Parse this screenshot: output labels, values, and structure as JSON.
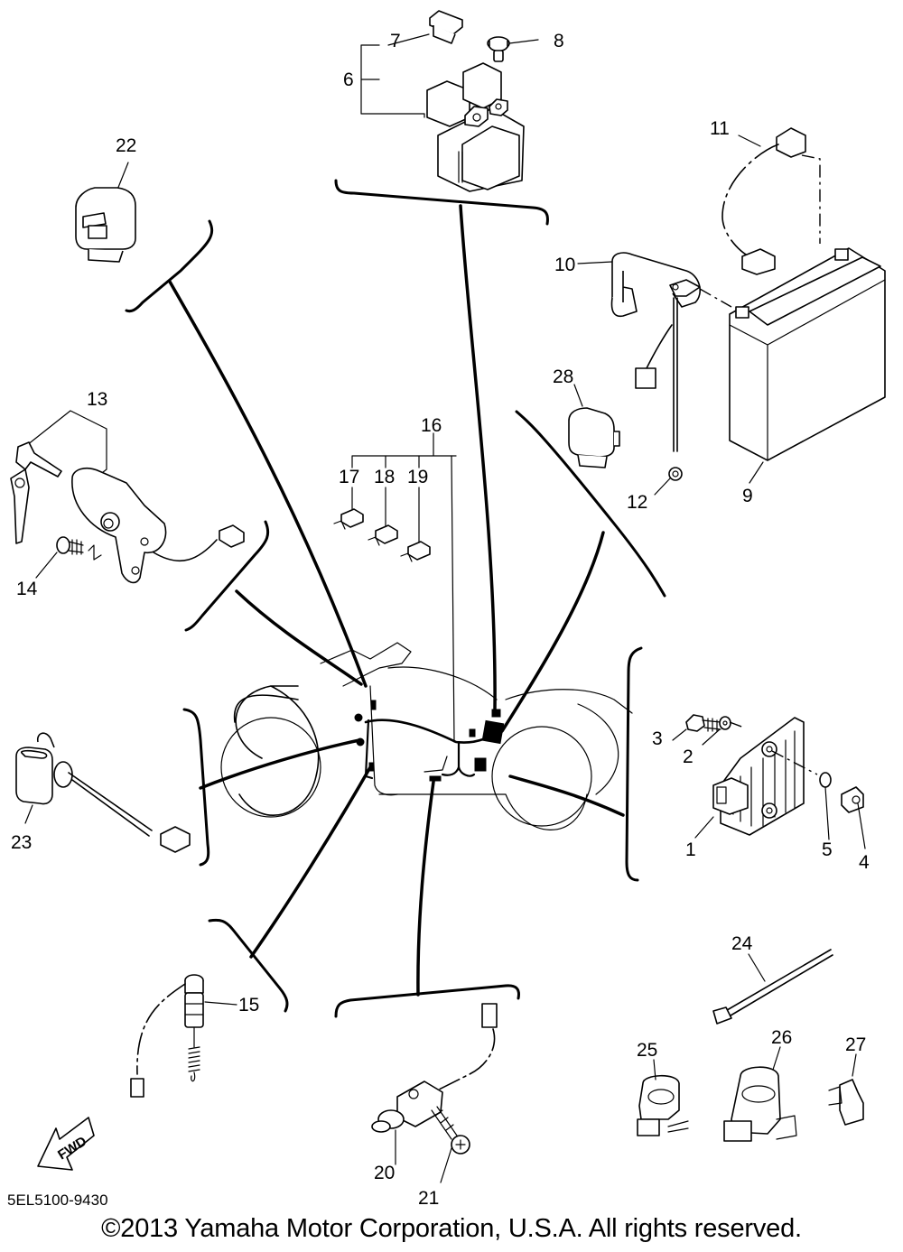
{
  "diagram": {
    "title_code": "5EL5100-9430",
    "copyright": "©2013 Yamaha Motor Corporation, U.S.A. All rights reserved.",
    "direction_arrow": "FWD",
    "callouts": {
      "c1": "1",
      "c2": "2",
      "c3": "3",
      "c4": "4",
      "c5": "5",
      "c6": "6",
      "c7": "7",
      "c8": "8",
      "c9": "9",
      "c10": "10",
      "c11": "11",
      "c12": "12",
      "c13": "13",
      "c14": "14",
      "c15": "15",
      "c16": "16",
      "c17": "17",
      "c18": "18",
      "c19": "19",
      "c20": "20",
      "c21": "21",
      "c22": "22",
      "c23": "23",
      "c24": "24",
      "c25": "25",
      "c26": "26",
      "c27": "27",
      "c28": "28"
    },
    "parts": [
      {
        "ref": "1",
        "depicts": "rectifier-regulator"
      },
      {
        "ref": "2",
        "depicts": "washer"
      },
      {
        "ref": "3",
        "depicts": "bolt"
      },
      {
        "ref": "4",
        "depicts": "nut"
      },
      {
        "ref": "5",
        "depicts": "washer"
      },
      {
        "ref": "6",
        "depicts": "starter-relay"
      },
      {
        "ref": "7",
        "depicts": "fuse"
      },
      {
        "ref": "8",
        "depicts": "bolt"
      },
      {
        "ref": "9",
        "depicts": "battery"
      },
      {
        "ref": "10",
        "depicts": "battery-band"
      },
      {
        "ref": "11",
        "depicts": "battery-lead"
      },
      {
        "ref": "12",
        "depicts": "ground-lead"
      },
      {
        "ref": "13",
        "depicts": "main-switch-with-keys"
      },
      {
        "ref": "14",
        "depicts": "screw"
      },
      {
        "ref": "15",
        "depicts": "rear-brake-switch"
      },
      {
        "ref": "16",
        "depicts": "fuse-set"
      },
      {
        "ref": "17",
        "depicts": "fuse"
      },
      {
        "ref": "18",
        "depicts": "fuse"
      },
      {
        "ref": "19",
        "depicts": "fuse"
      },
      {
        "ref": "20",
        "depicts": "neutral-switch"
      },
      {
        "ref": "21",
        "depicts": "screw"
      },
      {
        "ref": "22",
        "depicts": "relay"
      },
      {
        "ref": "23",
        "depicts": "sensor"
      },
      {
        "ref": "24",
        "depicts": "cable-tie"
      },
      {
        "ref": "25",
        "depicts": "clamp"
      },
      {
        "ref": "26",
        "depicts": "clamp"
      },
      {
        "ref": "27",
        "depicts": "clamp"
      },
      {
        "ref": "28",
        "depicts": "relay"
      }
    ]
  }
}
